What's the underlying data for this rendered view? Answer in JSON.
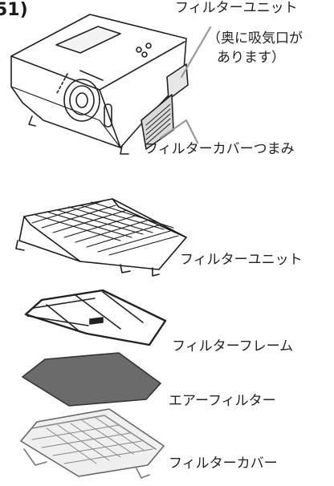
{
  "corner_label": "51)",
  "labels": {
    "filter_unit_top": "フィルターユニット",
    "inlet_note_line1": "（奥に吸気口が",
    "inlet_note_line2": "あります）",
    "filter_cover_knob": "フィルターカバーつまみ",
    "filter_unit": "フィルターユニット",
    "filter_frame": "フィルターフレーム",
    "air_filter": "エアーフィルター",
    "filter_cover": "フィルターカバー"
  }
}
